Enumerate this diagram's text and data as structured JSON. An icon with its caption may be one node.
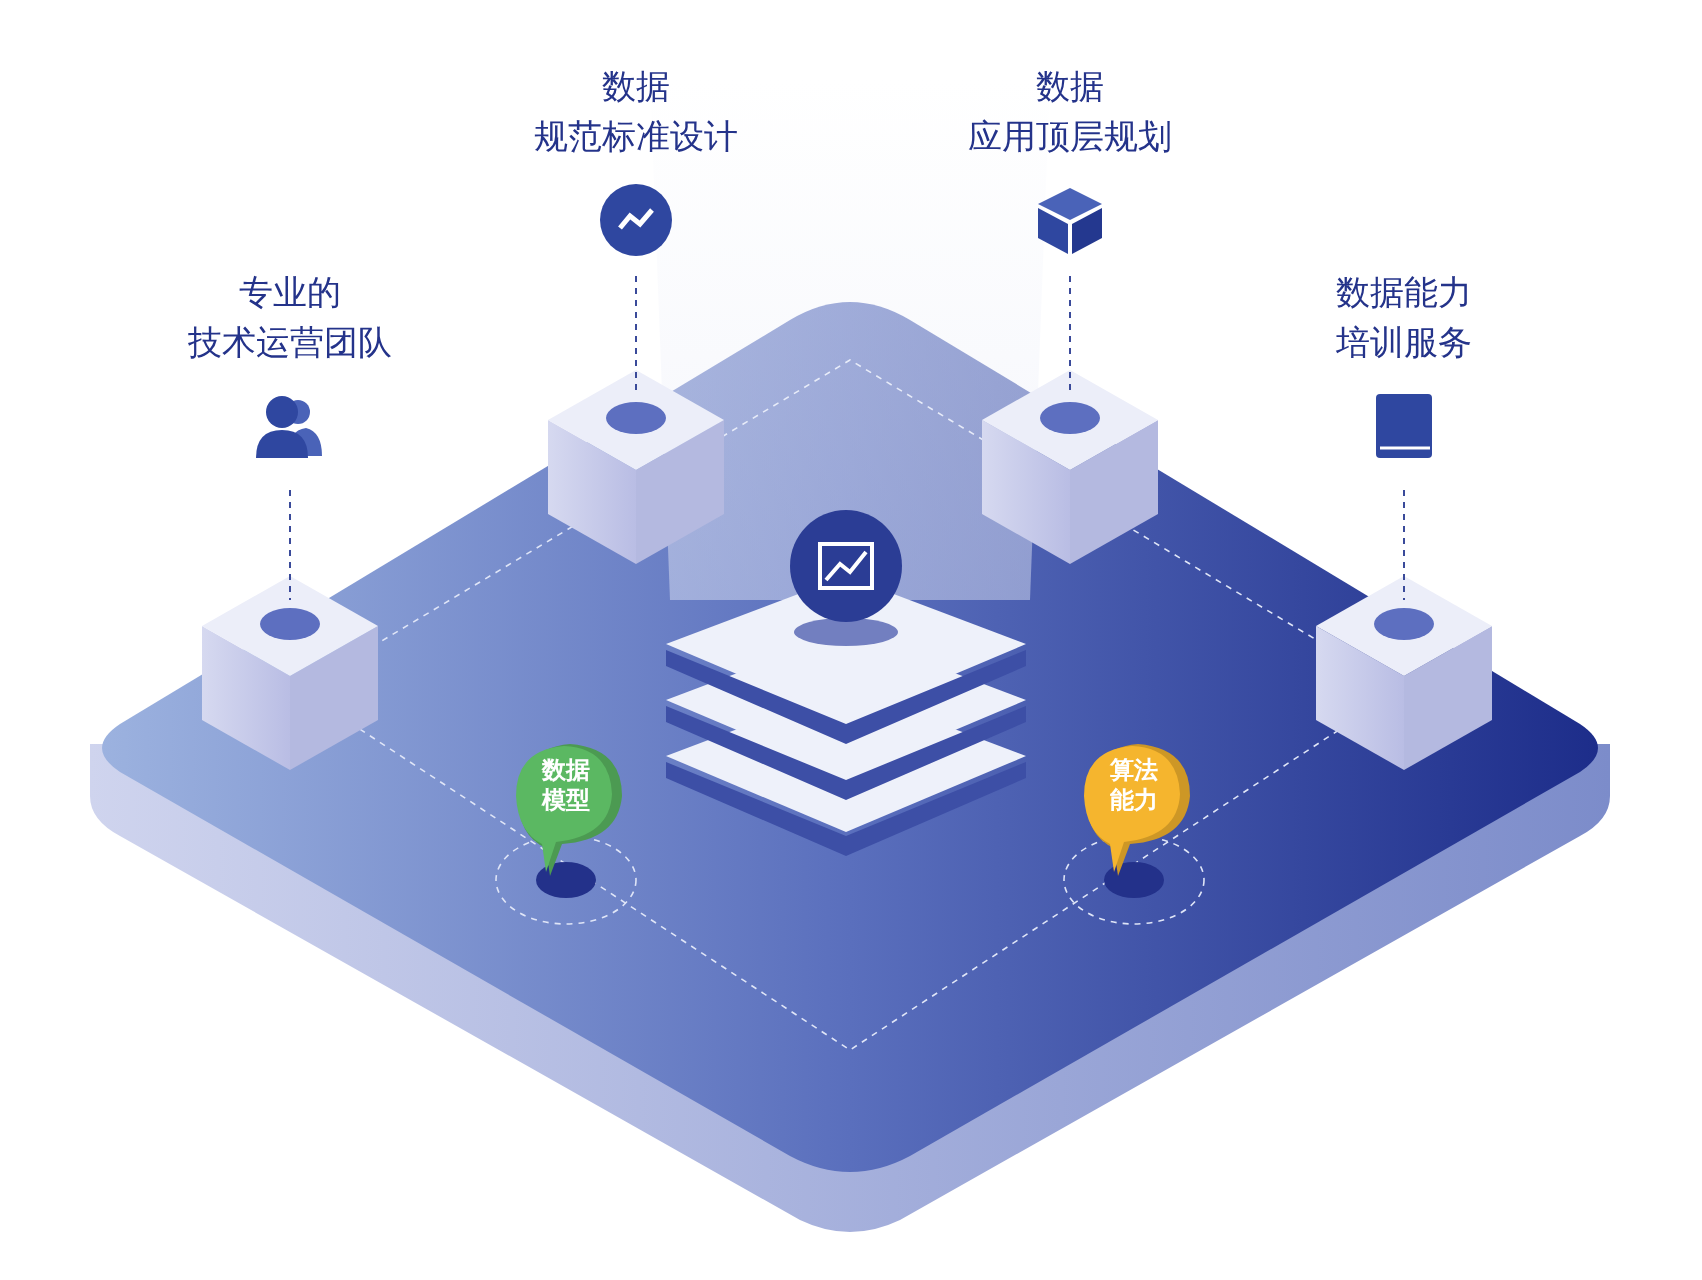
{
  "diagram": {
    "nodes": [
      {
        "text": [
          "专业的",
          "技术运营团队"
        ]
      },
      {
        "text": [
          "数据",
          "规范标准设计"
        ]
      },
      {
        "text": [
          "数据",
          "应用顶层规划"
        ]
      },
      {
        "text": [
          "数据能力",
          "培训服务"
        ]
      },
      {
        "text": [],
        "shape": "box"
      },
      {
        "text": [],
        "shape": "box"
      },
      {
        "text": [],
        "shape": "box"
      },
      {
        "text": [],
        "shape": "box"
      },
      {
        "text": [
          "数据模型"
        ]
      },
      {
        "text": [
          "算法能力"
        ]
      }
    ],
    "edges": [
      {
        "from": 0,
        "to": 4,
        "arrow": "none",
        "style": "dashed"
      },
      {
        "from": 1,
        "to": 5,
        "arrow": "none",
        "style": "dashed"
      },
      {
        "from": 2,
        "to": 6,
        "arrow": "none",
        "style": "dashed"
      },
      {
        "from": 3,
        "to": 7,
        "arrow": "none",
        "style": "dashed"
      }
    ]
  }
}
